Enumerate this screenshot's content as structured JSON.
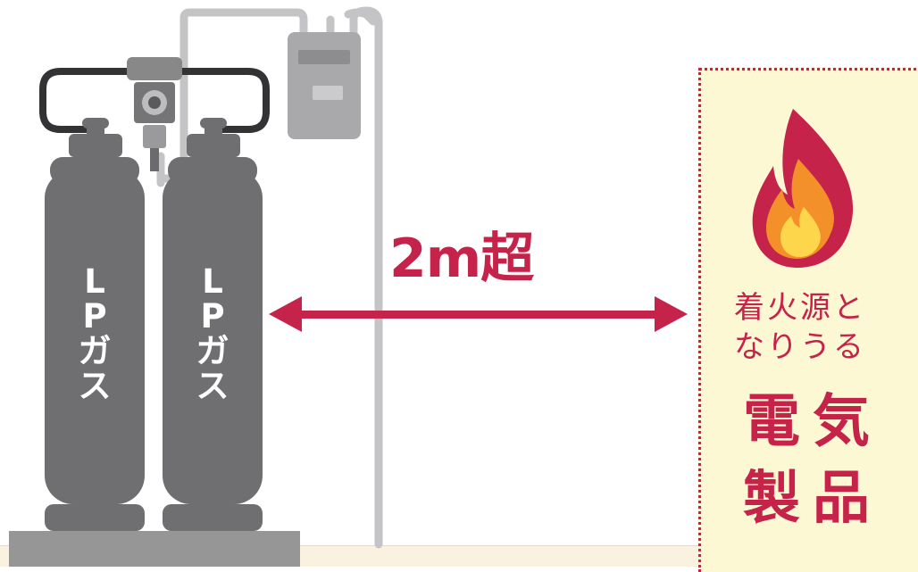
{
  "cylinders": [
    {
      "line1": "L",
      "line2": "P",
      "line3": "ガ",
      "line4": "ス"
    },
    {
      "line1": "L",
      "line2": "P",
      "line3": "ガ",
      "line4": "ス"
    }
  ],
  "distance_label": "2m超",
  "ignition_source": {
    "subtitle_line1": "着火源と",
    "subtitle_line2": "なりうる",
    "title_line1": "電気",
    "title_line2": "製品"
  },
  "colors": {
    "accent": "#c5234a",
    "cylinder": "#6f6f71",
    "pipe": "#c4c4c6",
    "box_background": "#fdf8d4",
    "floor": "#fbf1df"
  },
  "icons": [
    "flame-icon",
    "double-arrow-icon",
    "gas-meter-icon",
    "regulator-icon"
  ]
}
